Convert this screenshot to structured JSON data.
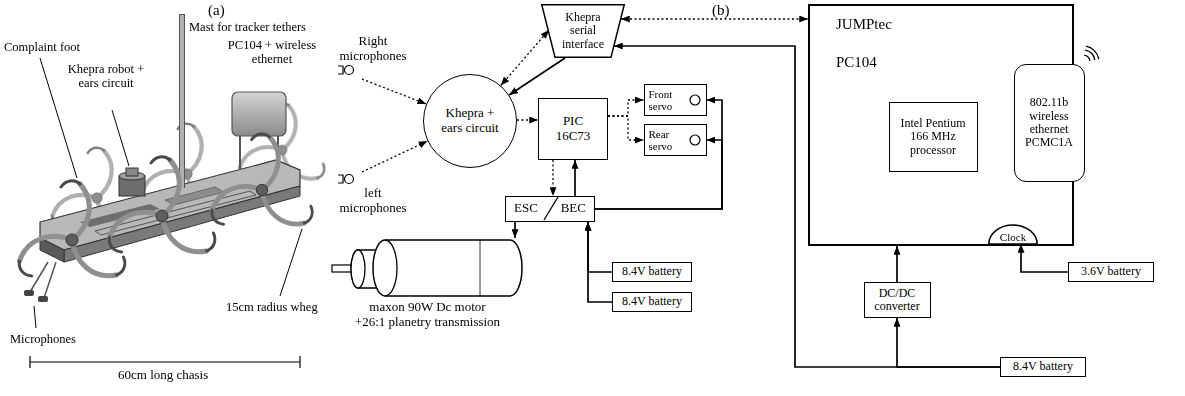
{
  "diagram": {
    "nodes": [
      {
        "text": [
          "Khepra serial interface"
        ]
      },
      {
        "text": [
          "Right microphones"
        ]
      },
      {
        "text": [
          "Khepra + ears circuit"
        ]
      },
      {
        "text": [
          "left microphones"
        ]
      },
      {
        "text": [
          "PIC 16C73"
        ]
      },
      {
        "text": [
          "Front servo"
        ]
      },
      {
        "text": [
          "Rear servo"
        ]
      },
      {
        "text": [
          "ESC",
          "BEC"
        ]
      },
      {
        "text": [
          "maxon 90W Dc motor +26:1 planetry transmission"
        ]
      },
      {
        "text": [
          "8.4V battery"
        ]
      },
      {
        "text": [
          "8.4V battery"
        ]
      },
      {
        "text": [
          "JUMPtec",
          "PC104"
        ]
      },
      {
        "text": [
          "Intel Pentium 166 MHz processor"
        ],
        "in": 11
      },
      {
        "text": [
          "802.11b wireless ethernet PCMC1A"
        ],
        "in": 11
      },
      {
        "text": [
          "Clock"
        ],
        "in": 11
      },
      {
        "text": [
          "3.6V battery"
        ]
      },
      {
        "text": [
          "DC/DC converter"
        ]
      },
      {
        "text": [
          "8.4V battery"
        ]
      }
    ],
    "edges": [
      {
        "from": 1,
        "to": 2,
        "arrow": "to"
      },
      {
        "from": 3,
        "to": 2,
        "arrow": "to"
      },
      {
        "from": 2,
        "to": 0,
        "arrow": "both"
      },
      {
        "from": 0,
        "to": 2,
        "arrow": "to"
      },
      {
        "from": 0,
        "to": 11,
        "arrow": "both"
      },
      {
        "from": 2,
        "to": 4,
        "arrow": "to"
      },
      {
        "from": 4,
        "to": 5,
        "arrow": "to"
      },
      {
        "from": 4,
        "to": 6,
        "arrow": "to"
      },
      {
        "from": 4,
        "to": 7,
        "arrow": "to"
      },
      {
        "from": 7,
        "to": 4,
        "arrow": "to"
      },
      {
        "from": 7,
        "to": 5,
        "arrow": "to"
      },
      {
        "from": 7,
        "to": 6,
        "arrow": "to"
      },
      {
        "from": 7,
        "to": 8,
        "arrow": "to"
      },
      {
        "from": 9,
        "to": 7,
        "arrow": "to"
      },
      {
        "from": 10,
        "to": 7,
        "arrow": "to"
      },
      {
        "from": 16,
        "to": 11,
        "arrow": "to"
      },
      {
        "from": 15,
        "to": 14,
        "arrow": "to"
      },
      {
        "from": 17,
        "to": 16,
        "arrow": "to"
      },
      {
        "from": 17,
        "to": 0,
        "arrow": "to"
      }
    ],
    "labels": [
      "(a)",
      "Complaint foot",
      "Mast for tracker tethers",
      "Khepra robot + ears circuit",
      "PC104 + wireless ethernet",
      "15cm radius wheg",
      "Microphones",
      "60cm long chasis",
      "(b)"
    ]
  }
}
